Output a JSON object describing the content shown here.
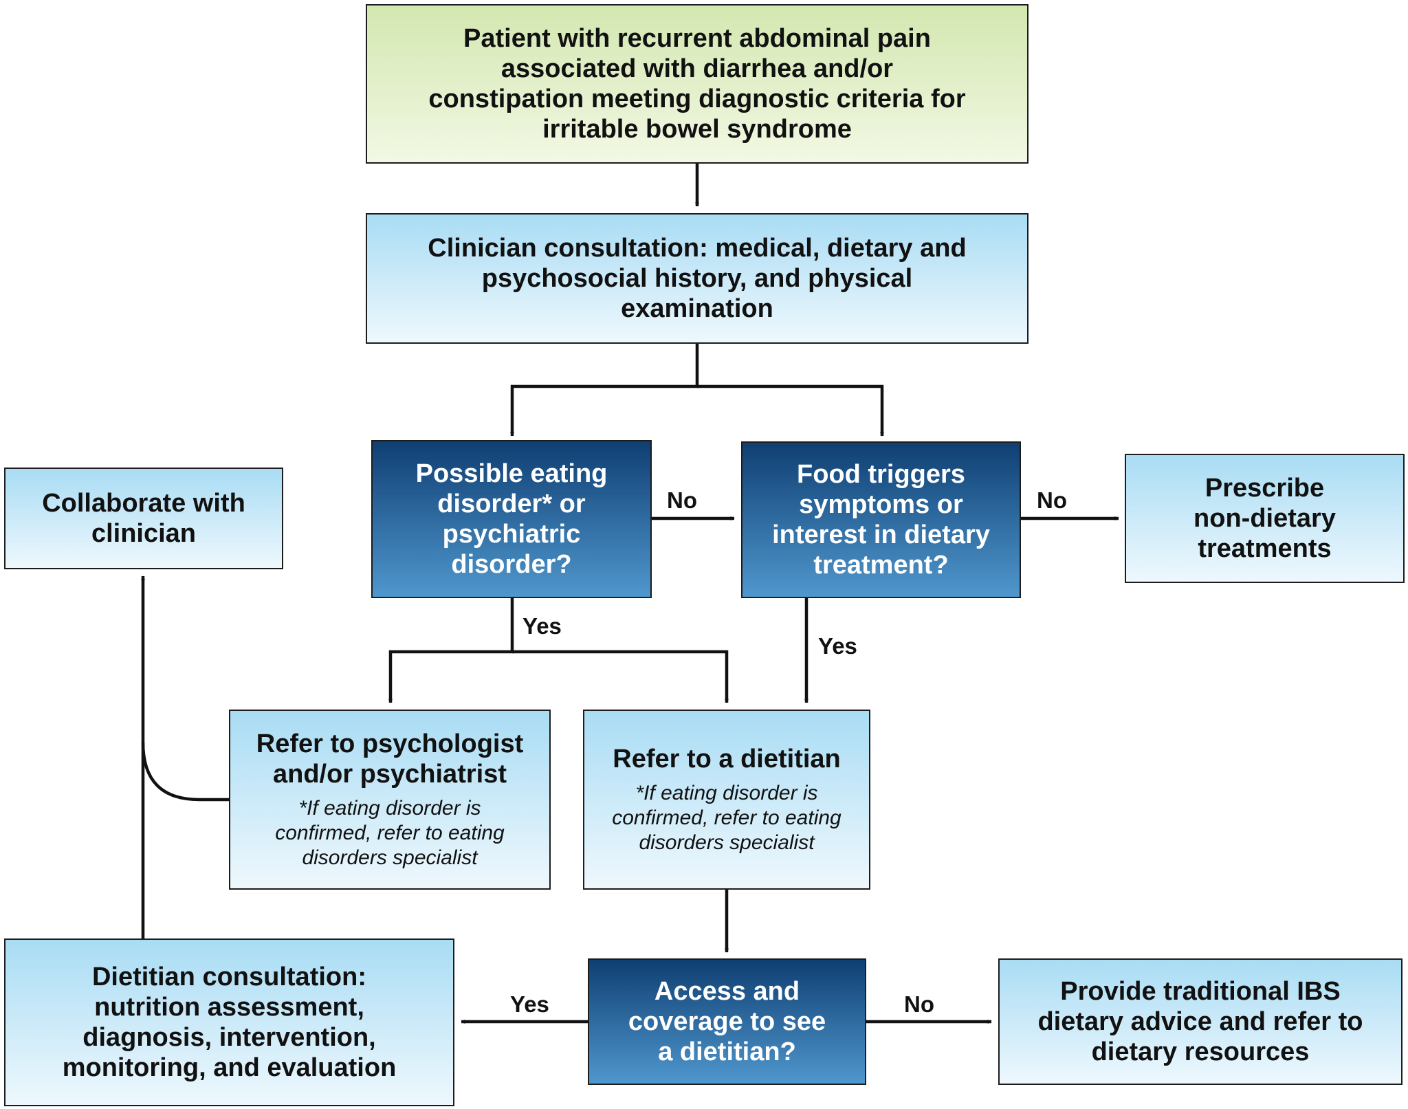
{
  "nodes": {
    "start": {
      "text": "Patient with recurrent abdominal pain\nassociated with diarrhea and/or\nconstipation meeting diagnostic criteria for\nirritable bowel syndrome"
    },
    "consult": {
      "text": "Clinician consultation: medical, dietary and\npsychosocial history, and physical\nexamination"
    },
    "eating": {
      "text": "Possible eating\ndisorder* or\npsychiatric\ndisorder?"
    },
    "food": {
      "text": "Food triggers\nsymptoms or\ninterest in dietary\ntreatment?"
    },
    "nondietary": {
      "text": "Prescribe\nnon-dietary\ntreatments"
    },
    "collaborate": {
      "text": "Collaborate with\nclinician"
    },
    "psych": {
      "text": "Refer to psychologist\nand/or psychiatrist",
      "note": "*If eating disorder is\nconfirmed, refer to eating\ndisorders specialist"
    },
    "dietitian": {
      "text": "Refer to a dietitian",
      "note": "*If eating disorder is\nconfirmed, refer to eating\ndisorders specialist"
    },
    "access": {
      "text": "Access and\ncoverage to see\na dietitian?"
    },
    "diet_consult": {
      "text": "Dietitian consultation:\nnutrition assessment,\ndiagnosis, intervention,\nmonitoring, and evaluation"
    },
    "traditional": {
      "text": "Provide traditional IBS\ndietary advice and refer to\ndietary resources"
    }
  },
  "labels": {
    "eating_no": "No",
    "food_no": "No",
    "eating_yes": "Yes",
    "food_yes": "Yes",
    "access_yes": "Yes",
    "access_no": "No"
  },
  "colors": {
    "line": "#111111",
    "green_top": "#d3e7b0",
    "light_top": "#a9dcf4",
    "dark_top": "#0f3f73",
    "dark_bottom": "#4f97cd"
  }
}
